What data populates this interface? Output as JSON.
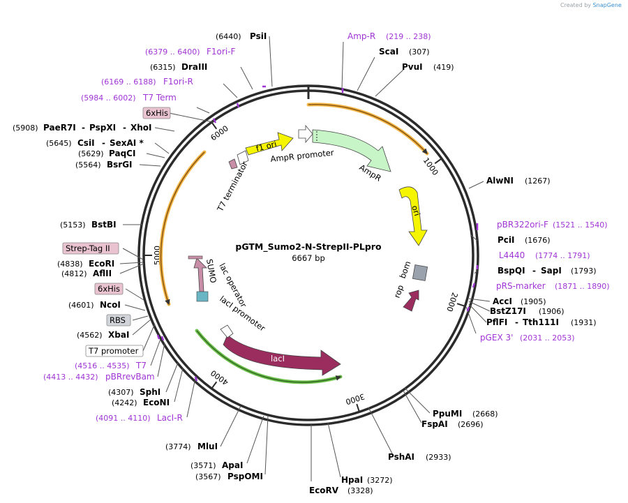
{
  "app": {
    "created_by": "Created by",
    "brand": "SnapGene"
  },
  "map": {
    "name": "pGTM_Sumo2-N-StrepII-PLpro",
    "length": "6667 bp",
    "total_bp": 6667,
    "ticks": [
      "1000",
      "2000",
      "3000",
      "4000",
      "5000",
      "6000"
    ],
    "colors": {
      "backbone": "#2b2b2b",
      "primer": "#a035d6",
      "orf_outline": "#f2b544",
      "lacI_outline": "#6dc04c",
      "ori": "#f5f500",
      "ampr": "#c8f5c8",
      "laci": "#9b2c5e",
      "sumo": "#c98ea7",
      "bom": "#9aa3ad"
    },
    "features": {
      "f1ori": "f1 ori",
      "ampr_promoter": "AmpR promoter",
      "ampr": "AmpR",
      "ori": "ori",
      "bom": "bom",
      "rop": "rop",
      "laci": "lacI",
      "laci_promoter": "lacI promoter",
      "lac_operator": "lac operator",
      "sumo": "SUMO",
      "t7_terminator": "T7 terminator"
    },
    "boxed_features": {
      "his_top": "6xHis",
      "strep": "Strep-Tag II",
      "his_bottom": "6xHis",
      "rbs": "RBS",
      "t7_promoter": "T7 promoter"
    },
    "enzymes": [
      {
        "name": "PsiI",
        "pos": "(6440)"
      },
      {
        "name": "ScaI",
        "pos": "(307)"
      },
      {
        "name": "DraIII",
        "pos": "(6315)"
      },
      {
        "name": "PvuI",
        "pos": "(419)"
      },
      {
        "name": "PaeR7I",
        "pos": "(5908)"
      },
      {
        "name": "PspXI",
        "pos": ""
      },
      {
        "name": "XhoI",
        "pos": ""
      },
      {
        "name": "CsiI",
        "pos": "(5645)"
      },
      {
        "name": "SexAI *",
        "pos": ""
      },
      {
        "name": "PaqCI",
        "pos": "(5629)"
      },
      {
        "name": "BsrGI",
        "pos": "(5564)"
      },
      {
        "name": "AlwNI",
        "pos": "(1267)"
      },
      {
        "name": "BstBI",
        "pos": "(5153)"
      },
      {
        "name": "PciI",
        "pos": "(1676)"
      },
      {
        "name": "EcoRI",
        "pos": "(4838)"
      },
      {
        "name": "BspQI",
        "pos": "(1793)"
      },
      {
        "name": "SapI",
        "pos": ""
      },
      {
        "name": "AflII",
        "pos": "(4812)"
      },
      {
        "name": "AccI",
        "pos": "(1905)"
      },
      {
        "name": "NcoI",
        "pos": "(4601)"
      },
      {
        "name": "BstZ17I",
        "pos": "(1906)"
      },
      {
        "name": "PflFI",
        "pos": "(1931)"
      },
      {
        "name": "Tth111I",
        "pos": ""
      },
      {
        "name": "XbaI",
        "pos": "(4562)"
      },
      {
        "name": "SphI",
        "pos": "(4307)"
      },
      {
        "name": "EcoNI",
        "pos": "(4242)"
      },
      {
        "name": "PpuMI",
        "pos": "(2668)"
      },
      {
        "name": "FspAI",
        "pos": "(2696)"
      },
      {
        "name": "MluI",
        "pos": "(3774)"
      },
      {
        "name": "PshAI",
        "pos": "(2933)"
      },
      {
        "name": "ApaI",
        "pos": "(3571)"
      },
      {
        "name": "PspOMI",
        "pos": "(3567)"
      },
      {
        "name": "HpaI",
        "pos": "(3272)"
      },
      {
        "name": "EcoRV",
        "pos": "(3328)"
      }
    ],
    "primers": [
      {
        "name": "Amp-R",
        "range": "(219 .. 238)"
      },
      {
        "name": "F1ori-F",
        "range": "(6379 .. 6400)"
      },
      {
        "name": "F1ori-R",
        "range": "(6169 .. 6188)"
      },
      {
        "name": "T7 Term",
        "range": "(5984 .. 6002)"
      },
      {
        "name": "pBR322ori-F",
        "range": "(1521 .. 1540)"
      },
      {
        "name": "L4440",
        "range": "(1774 .. 1791)"
      },
      {
        "name": "pRS-marker",
        "range": "(1871 .. 1890)"
      },
      {
        "name": "pGEX 3'",
        "range": "(2031 .. 2053)"
      },
      {
        "name": "T7",
        "range": "(4516 .. 4535)"
      },
      {
        "name": "pBRrevBam",
        "range": "(4413 .. 4432)"
      },
      {
        "name": "LacI-R",
        "range": "(4091 .. 4110)"
      }
    ],
    "separator": "-"
  }
}
